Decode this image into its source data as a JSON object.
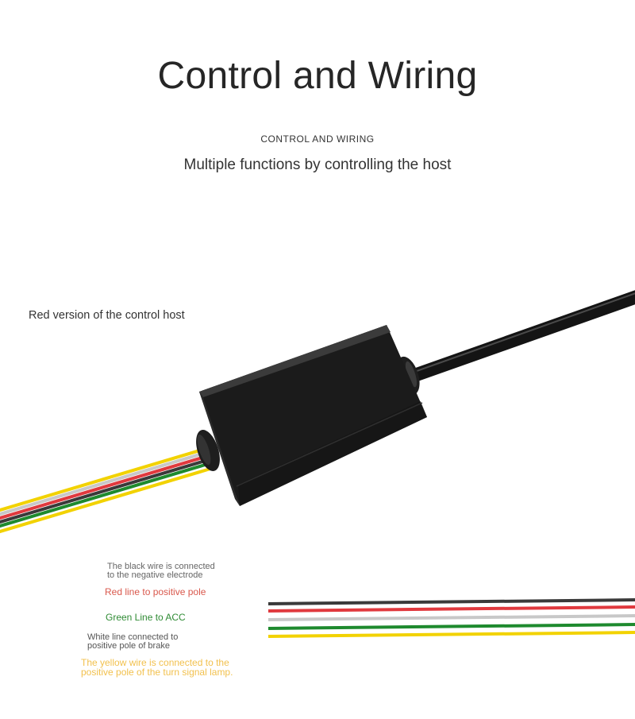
{
  "header": {
    "title": "Control and Wiring",
    "subtitle_en": "CONTROL AND WIRING",
    "tagline": "Multiple functions by controlling the host"
  },
  "host": {
    "label": "Red version of the control host"
  },
  "wires": [
    {
      "key": "black",
      "lines": [
        "The black wire is connected",
        "to the negative electrode"
      ],
      "color": "#3a3a3a"
    },
    {
      "key": "red",
      "lines": [
        "Red line to positive pole"
      ],
      "color": "#e0393e"
    },
    {
      "key": "green",
      "lines": [
        "Green Line to ACC"
      ],
      "color": "#1e8a2e"
    },
    {
      "key": "white",
      "lines": [
        "White line connected to",
        "positive pole of brake"
      ],
      "color": "#c8c8c8"
    },
    {
      "key": "yellow",
      "lines": [
        "The yellow wire is connected to the",
        "positive pole of the turn signal lamp."
      ],
      "color": "#f2d200"
    }
  ],
  "colors": {
    "background": "#ffffff",
    "text": "#262626",
    "device_body": "#1b1b1b"
  }
}
